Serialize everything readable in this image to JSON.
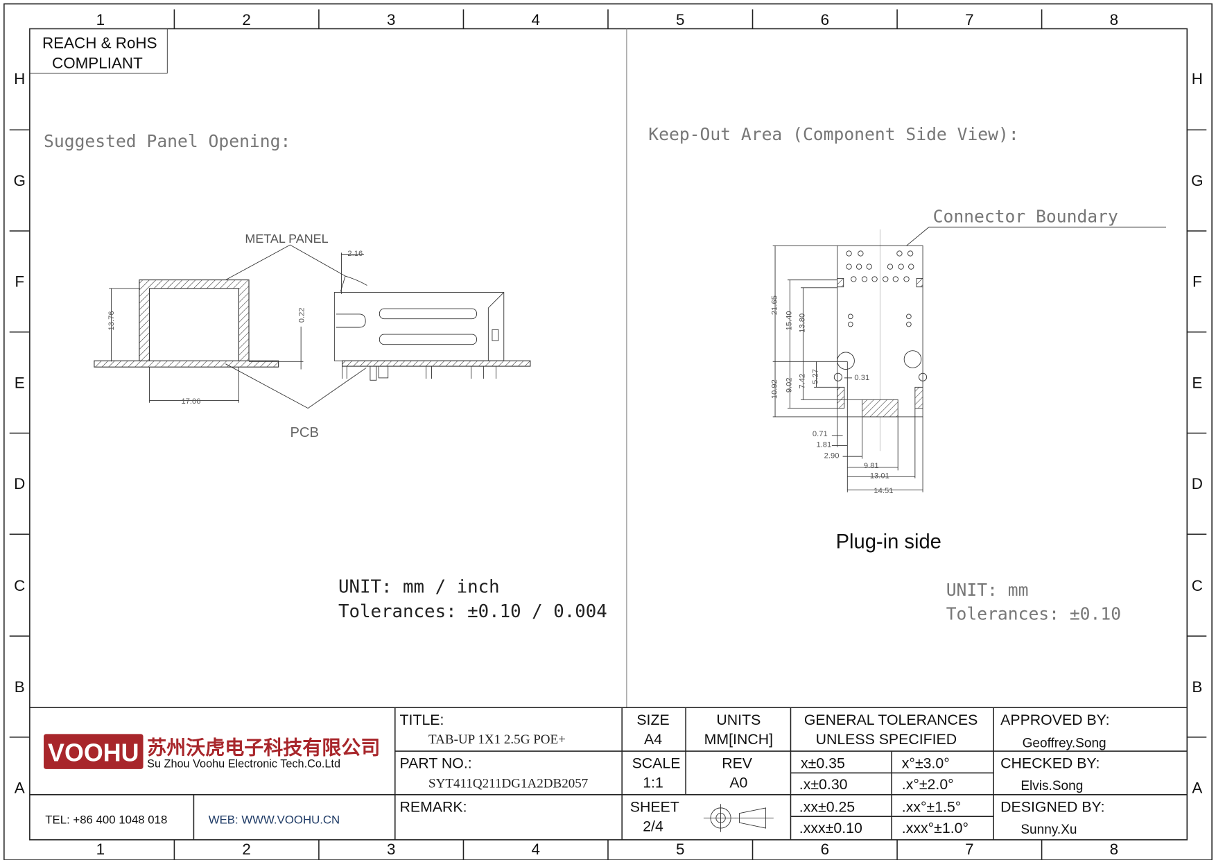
{
  "compliance": {
    "line1": "REACH & RoHS",
    "line2": "COMPLIANT"
  },
  "grid": {
    "columns": [
      "1",
      "2",
      "3",
      "4",
      "5",
      "6",
      "7",
      "8"
    ],
    "rows": [
      "H",
      "G",
      "F",
      "E",
      "D",
      "C",
      "B",
      "A"
    ]
  },
  "left_view": {
    "heading": "Suggested Panel Opening:",
    "metal_panel_label": "METAL PANEL",
    "pcb_label": "PCB",
    "dims": {
      "width": "17.06",
      "height": "13.76",
      "gap": "0.22",
      "panel": "2.16"
    },
    "unit": "UNIT: mm / inch",
    "tolerances": "Tolerances: ±0.10 / 0.004"
  },
  "right_view": {
    "heading": "Keep-Out Area (Component Side View):",
    "boundary_label": "Connector Boundary",
    "dims": {
      "d21_65": "21.65",
      "d15_40": "15.40",
      "d13_80": "13.80",
      "d10_92": "10.92",
      "d9_02": "9.02",
      "d7_42": "7.42",
      "d5_27": "5.27",
      "d0_31": "0.31",
      "d0_71": "0.71",
      "d1_81": "1.81",
      "d2_90": "2.90",
      "d9_81": "9.81",
      "d13_01": "13.01",
      "d14_51": "14.51"
    },
    "caption": "Plug-in side",
    "unit": "UNIT: mm",
    "tolerances": "Tolerances: ±0.10"
  },
  "title_block": {
    "logo_text": "VOOHU",
    "company_cn": "苏州沃虎电子科技有限公司",
    "company_en": "Su Zhou Voohu Electronic Tech.Co.Ltd",
    "tel": "TEL: +86 400 1048 018",
    "web": "WEB: WWW.VOOHU.CN",
    "title_label": "TITLE:",
    "title_value": "TAB-UP 1X1 2.5G POE+",
    "part_label": "PART NO.:",
    "part_value": "SYT411Q211DG1A2DB2057",
    "remark_label": "REMARK:",
    "size_label": "SIZE",
    "size_value": "A4",
    "units_label": "UNITS",
    "units_value": "MM[INCH]",
    "scale_label": "SCALE",
    "scale_value": "1:1",
    "rev_label": "REV",
    "rev_value": "A0",
    "sheet_label": "SHEET",
    "sheet_value": "2/4",
    "gen_tol_line1": "GENERAL TOLERANCES",
    "gen_tol_line2": "UNLESS SPECIFIED",
    "tolerances": [
      [
        "x±0.35",
        "x°±3.0°"
      ],
      [
        ".x±0.30",
        ".x°±2.0°"
      ],
      [
        ".xx±0.25",
        ".xx°±1.5°"
      ],
      [
        ".xxx±0.10",
        ".xxx°±1.0°"
      ]
    ],
    "approved_label": "APPROVED BY:",
    "approved_value": "Geoffrey.Song",
    "checked_label": "CHECKED BY:",
    "checked_value": "Elvis.Song",
    "designed_label": "DESIGNED BY:",
    "designed_value": "Sunny.Xu"
  },
  "colors": {
    "logo_red": "#a8262b",
    "web_blue": "#1f3b66"
  }
}
